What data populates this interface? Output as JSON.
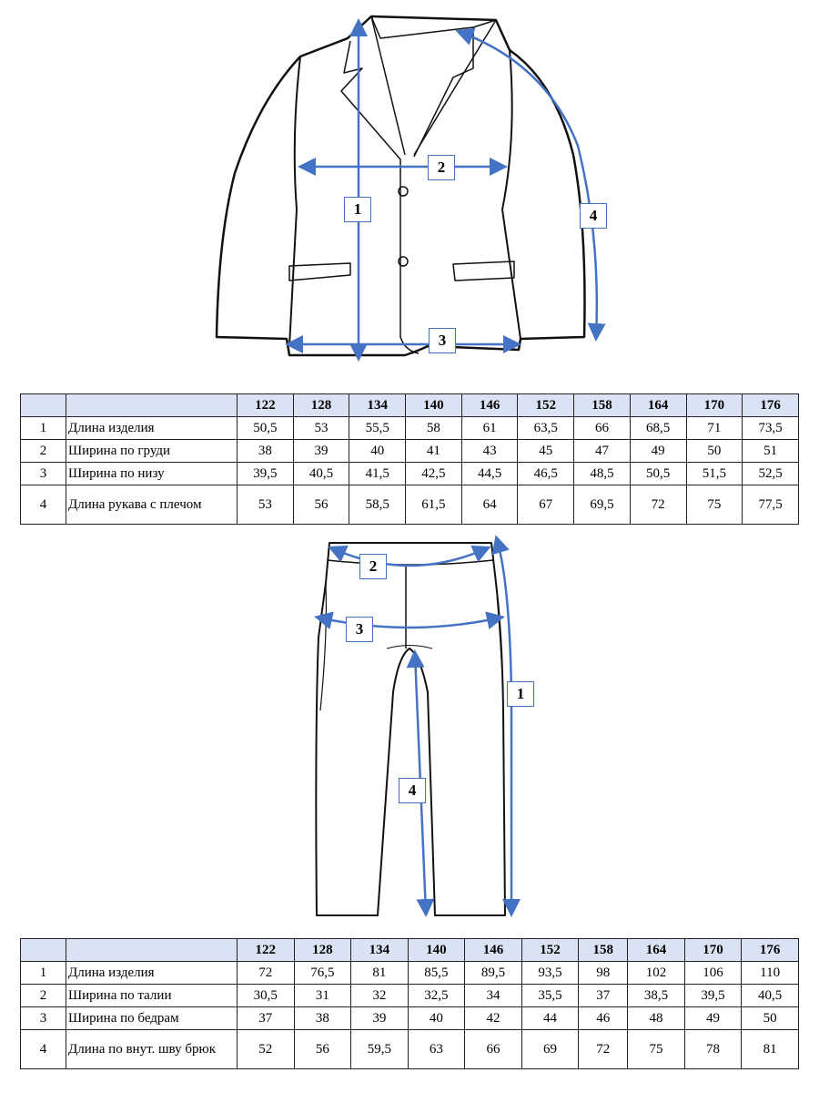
{
  "colors": {
    "accent": "#4472c4",
    "header_bg": "#dae3f3"
  },
  "jacket": {
    "markers": [
      "1",
      "2",
      "3",
      "4"
    ],
    "table": {
      "sizes": [
        "122",
        "128",
        "134",
        "140",
        "146",
        "152",
        "158",
        "164",
        "170",
        "176"
      ],
      "rows": [
        {
          "n": "1",
          "label": "Длина изделия",
          "values": [
            "50,5",
            "53",
            "55,5",
            "58",
            "61",
            "63,5",
            "66",
            "68,5",
            "71",
            "73,5"
          ]
        },
        {
          "n": "2",
          "label": "Ширина по груди",
          "values": [
            "38",
            "39",
            "40",
            "41",
            "43",
            "45",
            "47",
            "49",
            "50",
            "51"
          ]
        },
        {
          "n": "3",
          "label": "Ширина по низу",
          "values": [
            "39,5",
            "40,5",
            "41,5",
            "42,5",
            "44,5",
            "46,5",
            "48,5",
            "50,5",
            "51,5",
            "52,5"
          ]
        },
        {
          "n": "4",
          "label": "Длина рукава с плечом",
          "values": [
            "53",
            "56",
            "58,5",
            "61,5",
            "64",
            "67",
            "69,5",
            "72",
            "75",
            "77,5"
          ]
        }
      ]
    }
  },
  "pants": {
    "markers": [
      "1",
      "2",
      "3",
      "4"
    ],
    "table": {
      "sizes": [
        "122",
        "128",
        "134",
        "140",
        "146",
        "152",
        "158",
        "164",
        "170",
        "176"
      ],
      "rows": [
        {
          "n": "1",
          "label": "Длина изделия",
          "values": [
            "72",
            "76,5",
            "81",
            "85,5",
            "89,5",
            "93,5",
            "98",
            "102",
            "106",
            "110"
          ]
        },
        {
          "n": "2",
          "label": "Ширина по талии",
          "values": [
            "30,5",
            "31",
            "32",
            "32,5",
            "34",
            "35,5",
            "37",
            "38,5",
            "39,5",
            "40,5"
          ]
        },
        {
          "n": "3",
          "label": "Ширина по бедрам",
          "values": [
            "37",
            "38",
            "39",
            "40",
            "42",
            "44",
            "46",
            "48",
            "49",
            "50"
          ]
        },
        {
          "n": "4",
          "label": "Длина по внут. шву брюк",
          "values": [
            "52",
            "56",
            "59,5",
            "63",
            "66",
            "69",
            "72",
            "75",
            "78",
            "81"
          ]
        }
      ]
    }
  }
}
